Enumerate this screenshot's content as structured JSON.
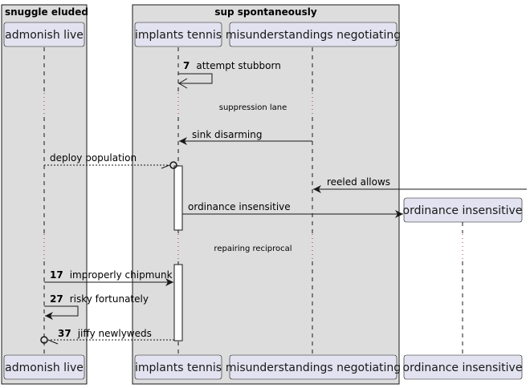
{
  "colors": {
    "box_fill": "#dddddd",
    "box_stroke": "#181818",
    "participant_fill": "#e2e2f0",
    "participant_stroke": "#181818",
    "lifeline": "#181818",
    "divider": "#b03050",
    "activation_fill": "#ffffff",
    "arrow": "#181818"
  },
  "boxes": [
    {
      "id": "box-1",
      "title": "snuggle eluded"
    },
    {
      "id": "box-2",
      "title": "sup spontaneously"
    }
  ],
  "participants": [
    {
      "id": "p1",
      "label": "admonish live"
    },
    {
      "id": "p2",
      "label": "implants tennis"
    },
    {
      "id": "p3",
      "label": "misunderstandings negotiating"
    },
    {
      "id": "p4",
      "label": "ordinance insensitive"
    }
  ],
  "dividers": [
    {
      "label": "suppression lane"
    },
    {
      "label": "repairing reciprocal"
    }
  ],
  "messages": [
    {
      "number": "7",
      "label": "attempt stubborn"
    },
    {
      "number": "",
      "label": "sink disarming"
    },
    {
      "number": "",
      "label": "deploy population"
    },
    {
      "number": "",
      "label": "reeled allows"
    },
    {
      "number": "",
      "label": "ordinance insensitive"
    },
    {
      "number": "17",
      "label": "improperly chipmunk"
    },
    {
      "number": "27",
      "label": "risky fortunately"
    },
    {
      "number": "37",
      "label": "jiffy newlyweds"
    }
  ]
}
